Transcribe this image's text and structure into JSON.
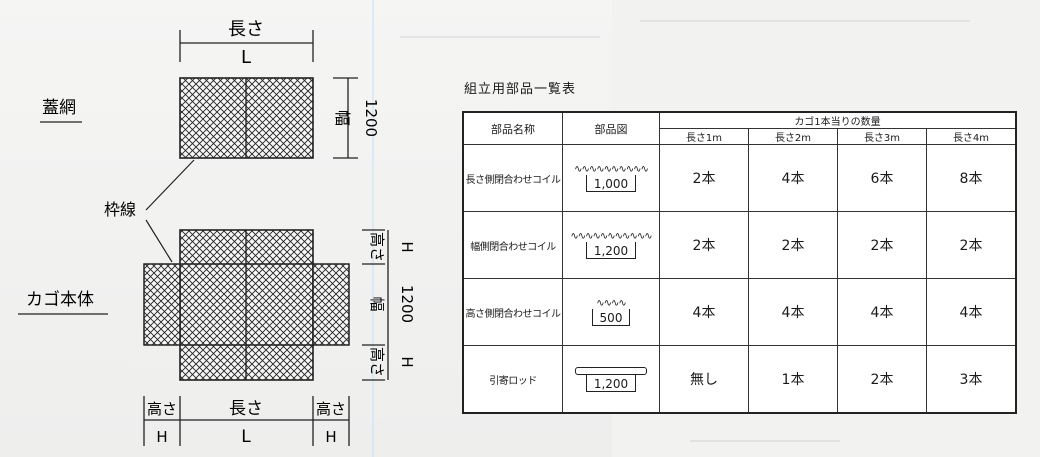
{
  "diagram": {
    "length_label": "長さ",
    "length_symbol": "L",
    "width_label": "幅",
    "width_value": "1200",
    "height_label": "高さ",
    "height_symbol": "H",
    "lid_net_label": "蓋網",
    "frame_wire_label": "枠線",
    "basket_body_label": "カゴ本体"
  },
  "table": {
    "title": "組立用部品一覧表",
    "headers": {
      "part_name": "部品名称",
      "part_figure": "部品図",
      "qty_group": "カゴ1本当りの数量",
      "lengths": [
        "長さ1m",
        "長さ2m",
        "長さ3m",
        "長さ4m"
      ]
    },
    "rows": [
      {
        "name": "長さ側閉合わせコイル",
        "coil": "∿∿∿∿∿∿∿∿∿∿",
        "dim": "1,000",
        "qty": [
          "2本",
          "4本",
          "6本",
          "8本"
        ]
      },
      {
        "name": "幅側閉合わせコイル",
        "coil": "∿∿∿∿∿∿∿∿∿∿∿",
        "dim": "1,200",
        "qty": [
          "2本",
          "2本",
          "2本",
          "2本"
        ]
      },
      {
        "name": "高さ側閉合わせコイル",
        "coil": "∿∿∿∿",
        "dim": "500",
        "qty": [
          "4本",
          "4本",
          "4本",
          "4本"
        ]
      },
      {
        "name": "引寄ロッド",
        "coil": "",
        "dim": "1,200",
        "qty": [
          "無し",
          "1本",
          "2本",
          "3本"
        ]
      }
    ]
  }
}
